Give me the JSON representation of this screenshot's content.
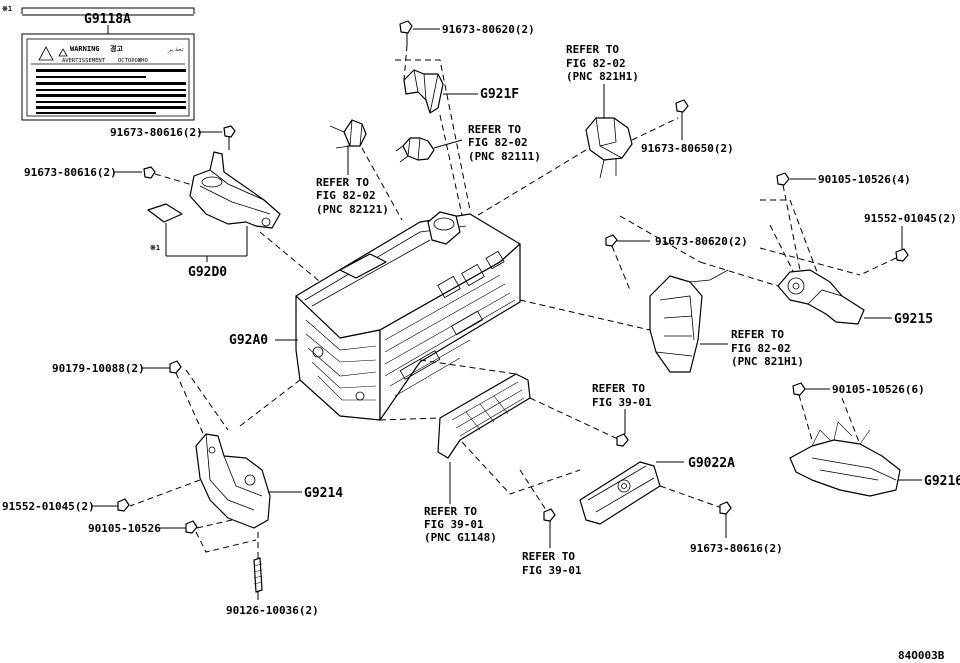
{
  "labels": {
    "note_mark": "※1",
    "note_mark_2": "※1",
    "g9118a": "G9118A",
    "g921f": "G921F",
    "g92d0": "G92D0",
    "g92a0": "G92A0",
    "g9215": "G9215",
    "g9216": "G9216",
    "g9214": "G9214",
    "g9022a": "G9022A",
    "bolt_80620_top": "91673-80620(2)",
    "bolt_80616_a": "91673-80616(2)",
    "bolt_80616_b": "91673-80616(2)",
    "bolt_80650": "91673-80650(2)",
    "bolt_10526_4": "90105-10526(4)",
    "bolt_01045_right": "91552-01045(2)",
    "bolt_80620_mid": "91673-80620(2)",
    "bolt_10526_6": "90105-10526(6)",
    "bolt_10088": "90179-10088(2)",
    "bolt_01045_left": "91552-01045(2)",
    "bolt_10526": "90105-10526",
    "bolt_10036": "90126-10036(2)",
    "bolt_80616_c": "91673-80616(2)",
    "ref_821h1_top": [
      "REFER TO",
      "FIG 82-02",
      "(PNC 821H1)"
    ],
    "ref_82111": [
      "REFER TO",
      "FIG 82-02",
      "(PNC 82111)"
    ],
    "ref_82121": [
      "REFER TO",
      "FIG 82-02",
      "(PNC 82121)"
    ],
    "ref_821h1_mid": [
      "REFER TO",
      "FIG 82-02",
      "(PNC 821H1)"
    ],
    "ref_39_right": [
      "REFER TO",
      "FIG 39-01"
    ],
    "ref_g1148": [
      "REFER TO",
      "FIG 39-01",
      "(PNC G1148)"
    ],
    "ref_39_bottom": [
      "REFER TO",
      "FIG 39-01"
    ],
    "diagram_code": "84O003B"
  },
  "warning_label": {
    "warning": "WARNING",
    "avertissement": "AVERTISSEMENT",
    "cjk": "경고",
    "russian": "ОСТОРОЖНО",
    "arabic": "تحذير"
  }
}
